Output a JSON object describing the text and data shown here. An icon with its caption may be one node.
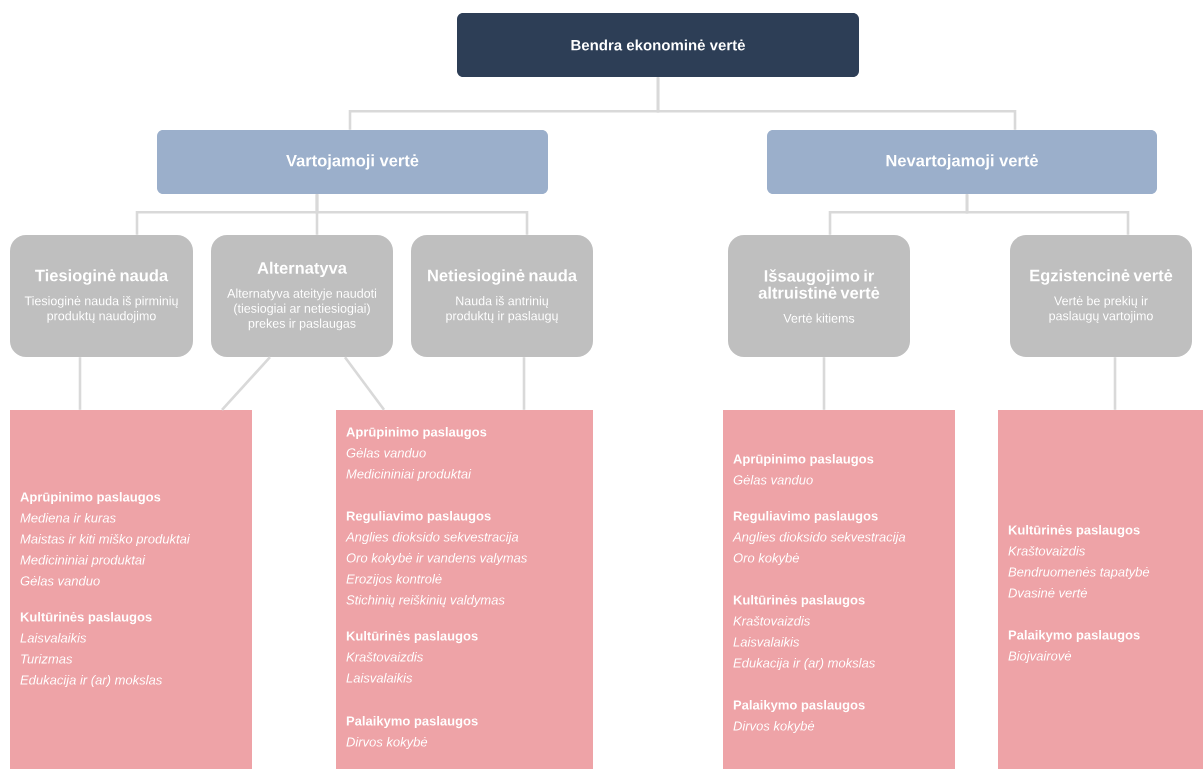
{
  "diagram": {
    "nodes": [
      {
        "text": [
          "Bendra ekonominė vertė"
        ]
      },
      {
        "text": [
          "Vartojamoji vertė"
        ]
      },
      {
        "text": [
          "Nevartojamoji vertė"
        ]
      },
      {
        "text": [
          "Tiesioginė nauda",
          "Tiesioginė nauda iš pirminių produktų naudojimo"
        ]
      },
      {
        "text": [
          "Alternatyva",
          "Alternatyva ateityje naudoti (tiesiogiai ar netiesiogiai) prekes ir paslaugas"
        ]
      },
      {
        "text": [
          "Netiesioginė nauda",
          "Nauda iš antrinių produktų ir paslaugų"
        ]
      },
      {
        "text": [
          "Išsaugojimo ir altruistinė vertė",
          "Vertė kitiems"
        ]
      },
      {
        "text": [
          "Egzistencinė vertė",
          "Vertė be prekių ir paslaugų vartojimo"
        ]
      },
      {
        "text": [],
        "shape": "box"
      },
      {
        "text": [
          "Aprūpinimo paslaugos",
          "Mediena ir kuras",
          "Maistas ir kiti miško produktai",
          "Medicininiai produktai",
          "Gėlas vanduo"
        ],
        "in": 8
      },
      {
        "text": [
          "Kultūrinės paslaugos",
          "Laisvalaikis",
          "Turizmas",
          "Edukacija ir (ar) mokslas"
        ],
        "in": 8
      },
      {
        "text": [],
        "shape": "box"
      },
      {
        "text": [
          "Aprūpinimo paslaugos",
          "Gėlas vanduo",
          "Medicininiai produktai"
        ],
        "in": 11
      },
      {
        "text": [
          "Reguliavimo paslaugos",
          "Anglies dioksido sekvestracija",
          "Oro kokybė ir vandens valymas",
          "Erozijos kontrolė",
          "Stichinių reiškinių valdymas"
        ],
        "in": 11
      },
      {
        "text": [
          "Kultūrinės paslaugos",
          "Kraštovaizdis",
          "Laisvalaikis"
        ],
        "in": 11
      },
      {
        "text": [
          "Palaikymo paslaugos",
          "Dirvos kokybė"
        ],
        "in": 11
      },
      {
        "text": [],
        "shape": "box"
      },
      {
        "text": [
          "Aprūpinimo paslaugos",
          "Gėlas vanduo"
        ],
        "in": 16
      },
      {
        "text": [
          "Reguliavimo paslaugos",
          "Anglies dioksido sekvestracija",
          "Oro kokybė"
        ],
        "in": 16
      },
      {
        "text": [
          "Kultūrinės paslaugos",
          "Kraštovaizdis",
          "Laisvalaikis",
          "Edukacija ir (ar) mokslas"
        ],
        "in": 16
      },
      {
        "text": [
          "Palaikymo paslaugos",
          "Dirvos kokybė"
        ],
        "in": 16
      },
      {
        "text": [],
        "shape": "box"
      },
      {
        "text": [
          "Kultūrinės paslaugos",
          "Kraštovaizdis",
          "Bendruomenės tapatybė",
          "Dvasinė vertė"
        ],
        "in": 21
      },
      {
        "text": [
          "Palaikymo paslaugos",
          "Biojvairovė"
        ],
        "in": 21
      }
    ],
    "edges": [
      {
        "from": 0,
        "to": 1,
        "arrow": "none"
      },
      {
        "from": 0,
        "to": 2,
        "arrow": "none"
      },
      {
        "from": 1,
        "to": 3,
        "arrow": "none"
      },
      {
        "from": 1,
        "to": 4,
        "arrow": "none"
      },
      {
        "from": 1,
        "to": 5,
        "arrow": "none"
      },
      {
        "from": 2,
        "to": 6,
        "arrow": "none"
      },
      {
        "from": 2,
        "to": 7,
        "arrow": "none"
      },
      {
        "from": 3,
        "to": 8,
        "arrow": "none"
      },
      {
        "from": 4,
        "to": 8,
        "arrow": "none"
      },
      {
        "from": 4,
        "to": 11,
        "arrow": "none"
      },
      {
        "from": 5,
        "to": 11,
        "arrow": "none"
      },
      {
        "from": 6,
        "to": 16,
        "arrow": "none"
      },
      {
        "from": 7,
        "to": 21,
        "arrow": "none"
      }
    ]
  }
}
